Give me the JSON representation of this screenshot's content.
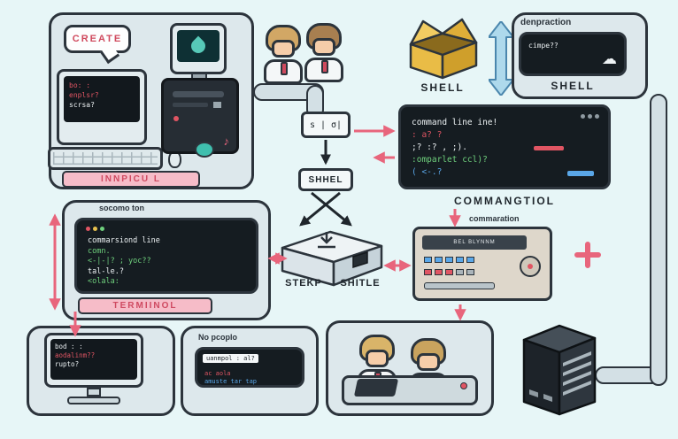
{
  "colors": {
    "accent_pink": "#e8657c",
    "terminal_red": "#e05563",
    "terminal_green": "#6fd07d",
    "terminal_blue": "#5aa7e8",
    "box_gold": "#e9bc46",
    "teal": "#3fbfae"
  },
  "icons": {
    "cloud": "☁",
    "music_note": "♪"
  },
  "bubble": {
    "label": "CREATE"
  },
  "top_left_panel": {
    "screen_lines": [
      "bo: :",
      "enplsr?",
      "scrsa?"
    ],
    "label": "INNPICU L"
  },
  "gold_box": {
    "label": "SHELL"
  },
  "right_panel": {
    "title": "denpraction",
    "terminal_line": "cimpe??",
    "label": "SHELL"
  },
  "command_terminal": {
    "lines": [
      "command line ine!",
      ": a? ?",
      ";? :? , ;).",
      ":omparlet ccl)?",
      "( <-.?"
    ],
    "label": "COMMANGTIOL"
  },
  "flow": {
    "s_box": "s | σ|",
    "shhel_box": "SHHEL",
    "slab_label_left": "STEKP",
    "slab_label_right": "SHITLE"
  },
  "left_terminal": {
    "caption": "socomo ton",
    "lines": [
      "commarsiond line",
      "comn.",
      "<-|-|? ; yoc??",
      "tal-le.?",
      "<olala:"
    ],
    "label": "TERMIINOL"
  },
  "device": {
    "label": "commaration",
    "strip_text": "BEL BLYNNM"
  },
  "bottom_left_panel": {
    "screen_lines": [
      "bod : :",
      "aodalinm??",
      "rupto?"
    ]
  },
  "bottom_mid_panel": {
    "caption": "No pcoplo",
    "pill": "uanmpol : al?",
    "line_red": "ac aola",
    "line_blue": "amuste tar tap"
  }
}
